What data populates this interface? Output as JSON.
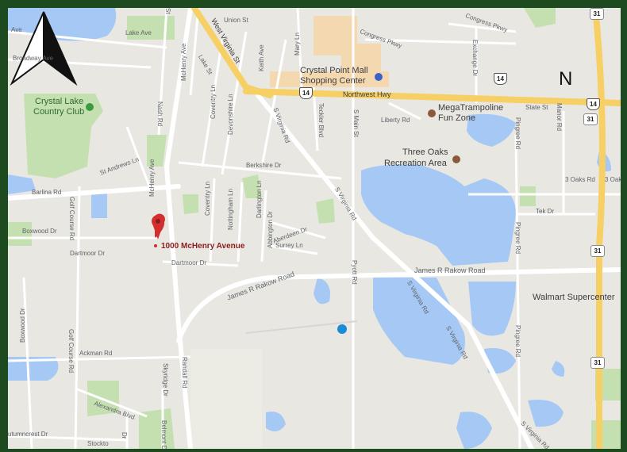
{
  "pin": {
    "label": "1000 McHenry Avenue",
    "color": "#d32f2f"
  },
  "compass": {
    "letter": "N"
  },
  "colors": {
    "water": "#a6c8f5",
    "park": "#c5e0b0",
    "road": "#ffffff",
    "highway": "#f6cf65",
    "mall": "#f4d8b0",
    "frame": "#1e4a20",
    "background": "#e9e7e2"
  },
  "pois": {
    "mall_line1": "Crystal Point Mall",
    "mall_line2": "Shopping Center",
    "trampoline_line1": "MegaTrampoline",
    "trampoline_line2": "Fun Zone",
    "threeoaks_line1": "Three Oaks",
    "threeoaks_line2": "Recreation Area",
    "club_line1": "Crystal Lake",
    "club_line2": "Country Club",
    "walmart": "Walmart Supercenter"
  },
  "roads": {
    "west_virginia": "West Virginia St",
    "northwest_hwy": "Northwest Hwy",
    "james_rakow_w": "James R Rakow Road",
    "james_rakow_e": "James R Rakow Road",
    "union": "Union St",
    "congress_pkwy": "Congress Pkwy",
    "congress_pkwy2": "Congress Pkwy",
    "exchange": "Exchange Dr",
    "lake_ave": "Lake Ave",
    "ave_tl": "Ave",
    "broadway": "Broadway Ave",
    "mchenry_ave": "McHenry Ave",
    "mchenry_ave2": "McHenry Ave",
    "lake_st": "Lake St",
    "keith": "Keith Ave",
    "mary": "Mary Ln",
    "state_st": "State St",
    "manor": "Manor Rd",
    "liberty": "Liberty Rd",
    "main_st": "S Main St",
    "teckler": "Teckler Blvd",
    "s_virginia": "S Virginia Rd",
    "s_virginia2": "S Virginia Rd",
    "s_virginia3": "S Virginia Rd",
    "s_virginia4": "S Virginia Rd",
    "s_virginia5": "S Virginia Rd",
    "nash": "Nash Rd",
    "coventry": "Coventry Ln",
    "devonshire": "Devonshire Ln",
    "st_andrews": "St Andrews Ln",
    "berkshire": "Berkshire Dr",
    "barlina": "Barlina Rd",
    "golf_course": "Golf Course Rd",
    "golf_course2": "Golf Course Rd",
    "boxwood": "Boxwood Dr",
    "boxwood2": "Boxwood Dr",
    "dartmoor": "Dartmoor Dr",
    "dartmoor2": "Dartmoor Dr",
    "coventry2": "Coventry Ln",
    "nottingham": "Nottingham Ln",
    "darlington": "Darlington Ln",
    "abbington": "Abbington Dr",
    "aberdeen": "Aberdeen Dr",
    "surrey": "Surrey Ln",
    "pyott": "Pyott Rd",
    "pingree": "Pingree Rd",
    "pingree2": "Pingree Rd",
    "pingree3": "Pingree Rd",
    "three_oaks_rd": "3 Oaks Rd",
    "three_oaks_rd2": "3 Oaks",
    "tek": "Tek Dr",
    "ackman": "Ackman Rd",
    "randall": "Randall Rd",
    "skyridge": "Skyridge Dr",
    "alexandra": "Alexandra Blvd",
    "autumncrest": "utumncrest Dr",
    "stockton": "Stockto",
    "belmont": "Belmont Dr",
    "tl_st": "St",
    "dr_label": "Dr"
  },
  "shields": {
    "hwy14a": "14",
    "hwy14b": "14",
    "hwy14c": "14",
    "rt31a": "31",
    "rt31b": "31",
    "rt31c": "31",
    "rt31d": "31"
  }
}
